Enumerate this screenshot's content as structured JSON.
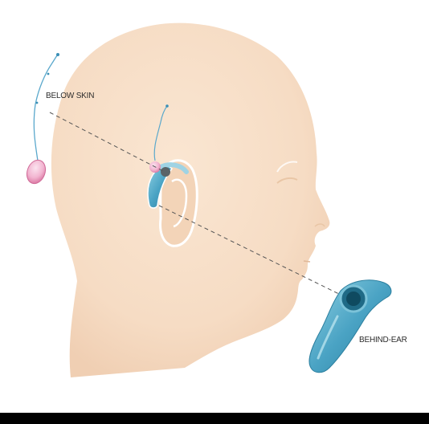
{
  "labels": {
    "below_skin": "BELOW SKIN",
    "behind_ear": "BEHIND-EAR"
  },
  "colors": {
    "skin": "#f6dcc4",
    "skin_edge": "#f1cfb2",
    "device_blue": "#4aa3c4",
    "device_blue_dark": "#2b7f9f",
    "device_blue_light": "#8fcde0",
    "implant_pink": "#e58ab3",
    "implant_pink_light": "#f5c4dc",
    "wire": "#5aa8cc",
    "dashed_line": "#555555",
    "bar": "#000000"
  },
  "icons": {
    "head": "human-head-profile",
    "below_skin_implant": "cochlear-implant-internal",
    "behind_ear_processor": "behind-ear-sound-processor"
  }
}
